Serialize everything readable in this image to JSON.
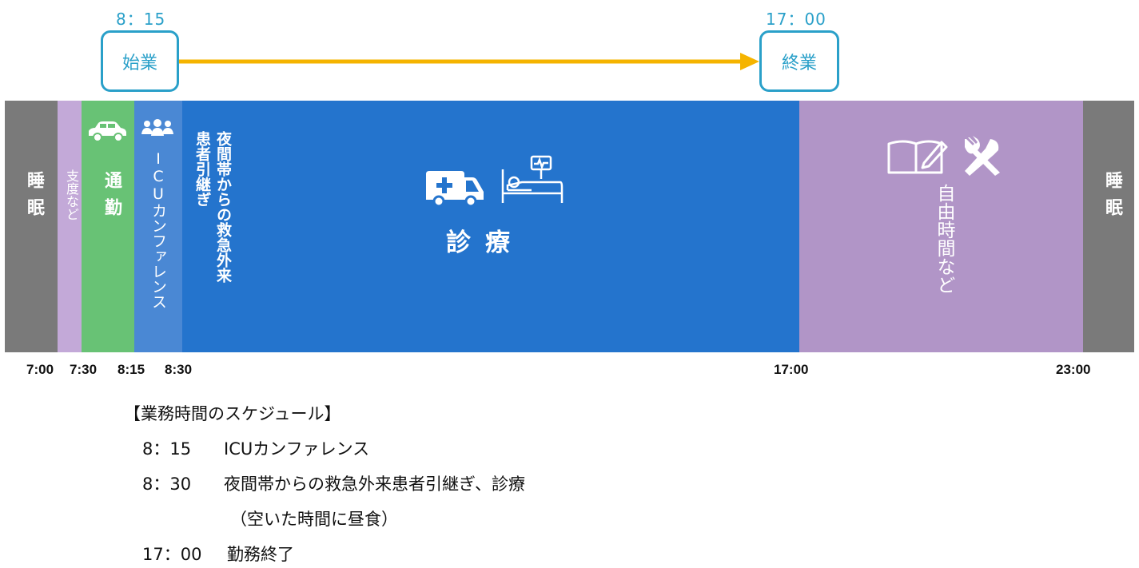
{
  "top": {
    "start_time": "8：15",
    "start_label": "始業",
    "end_time": "17：00",
    "end_label": "終業"
  },
  "colors": {
    "sleep": "#7a7a7a",
    "prep": "#c3a9d8",
    "commute": "#68c275",
    "icu": "#4a88d4",
    "main": "#2474cd",
    "free": "#b195c7",
    "accent": "#2aa0c9",
    "arrow": "#f5b400"
  },
  "segments": {
    "sleep_left": "睡眠",
    "prep": "支度など",
    "commute": "通勤",
    "icu": "ICUカンファレンス",
    "handover_line1": "夜間帯からの救急外来",
    "handover_line2": "患者引継ぎ",
    "care": "診療",
    "free": "自由時間など",
    "sleep_right": "睡眠"
  },
  "icons": {
    "commute": "car-icon",
    "icu": "group-icon",
    "care_1": "ambulance-icon",
    "care_2": "hospital-bed-icon",
    "free_1": "book-pen-icon",
    "free_2": "fork-knife-icon"
  },
  "ticks": [
    "7:00",
    "7:30",
    "8:15",
    "8:30",
    "17:00",
    "23:00"
  ],
  "schedule": {
    "heading": "【業務時間のスケジュール】",
    "rows": [
      {
        "time": "8：15",
        "text": "ICUカンファレンス"
      },
      {
        "time": "8：30",
        "text": "夜間帯からの救急外来患者引継ぎ、診療"
      },
      {
        "time": "",
        "text": "（空いた時間に昼食）"
      },
      {
        "time": "17：00",
        "text": "勤務終了"
      }
    ]
  }
}
